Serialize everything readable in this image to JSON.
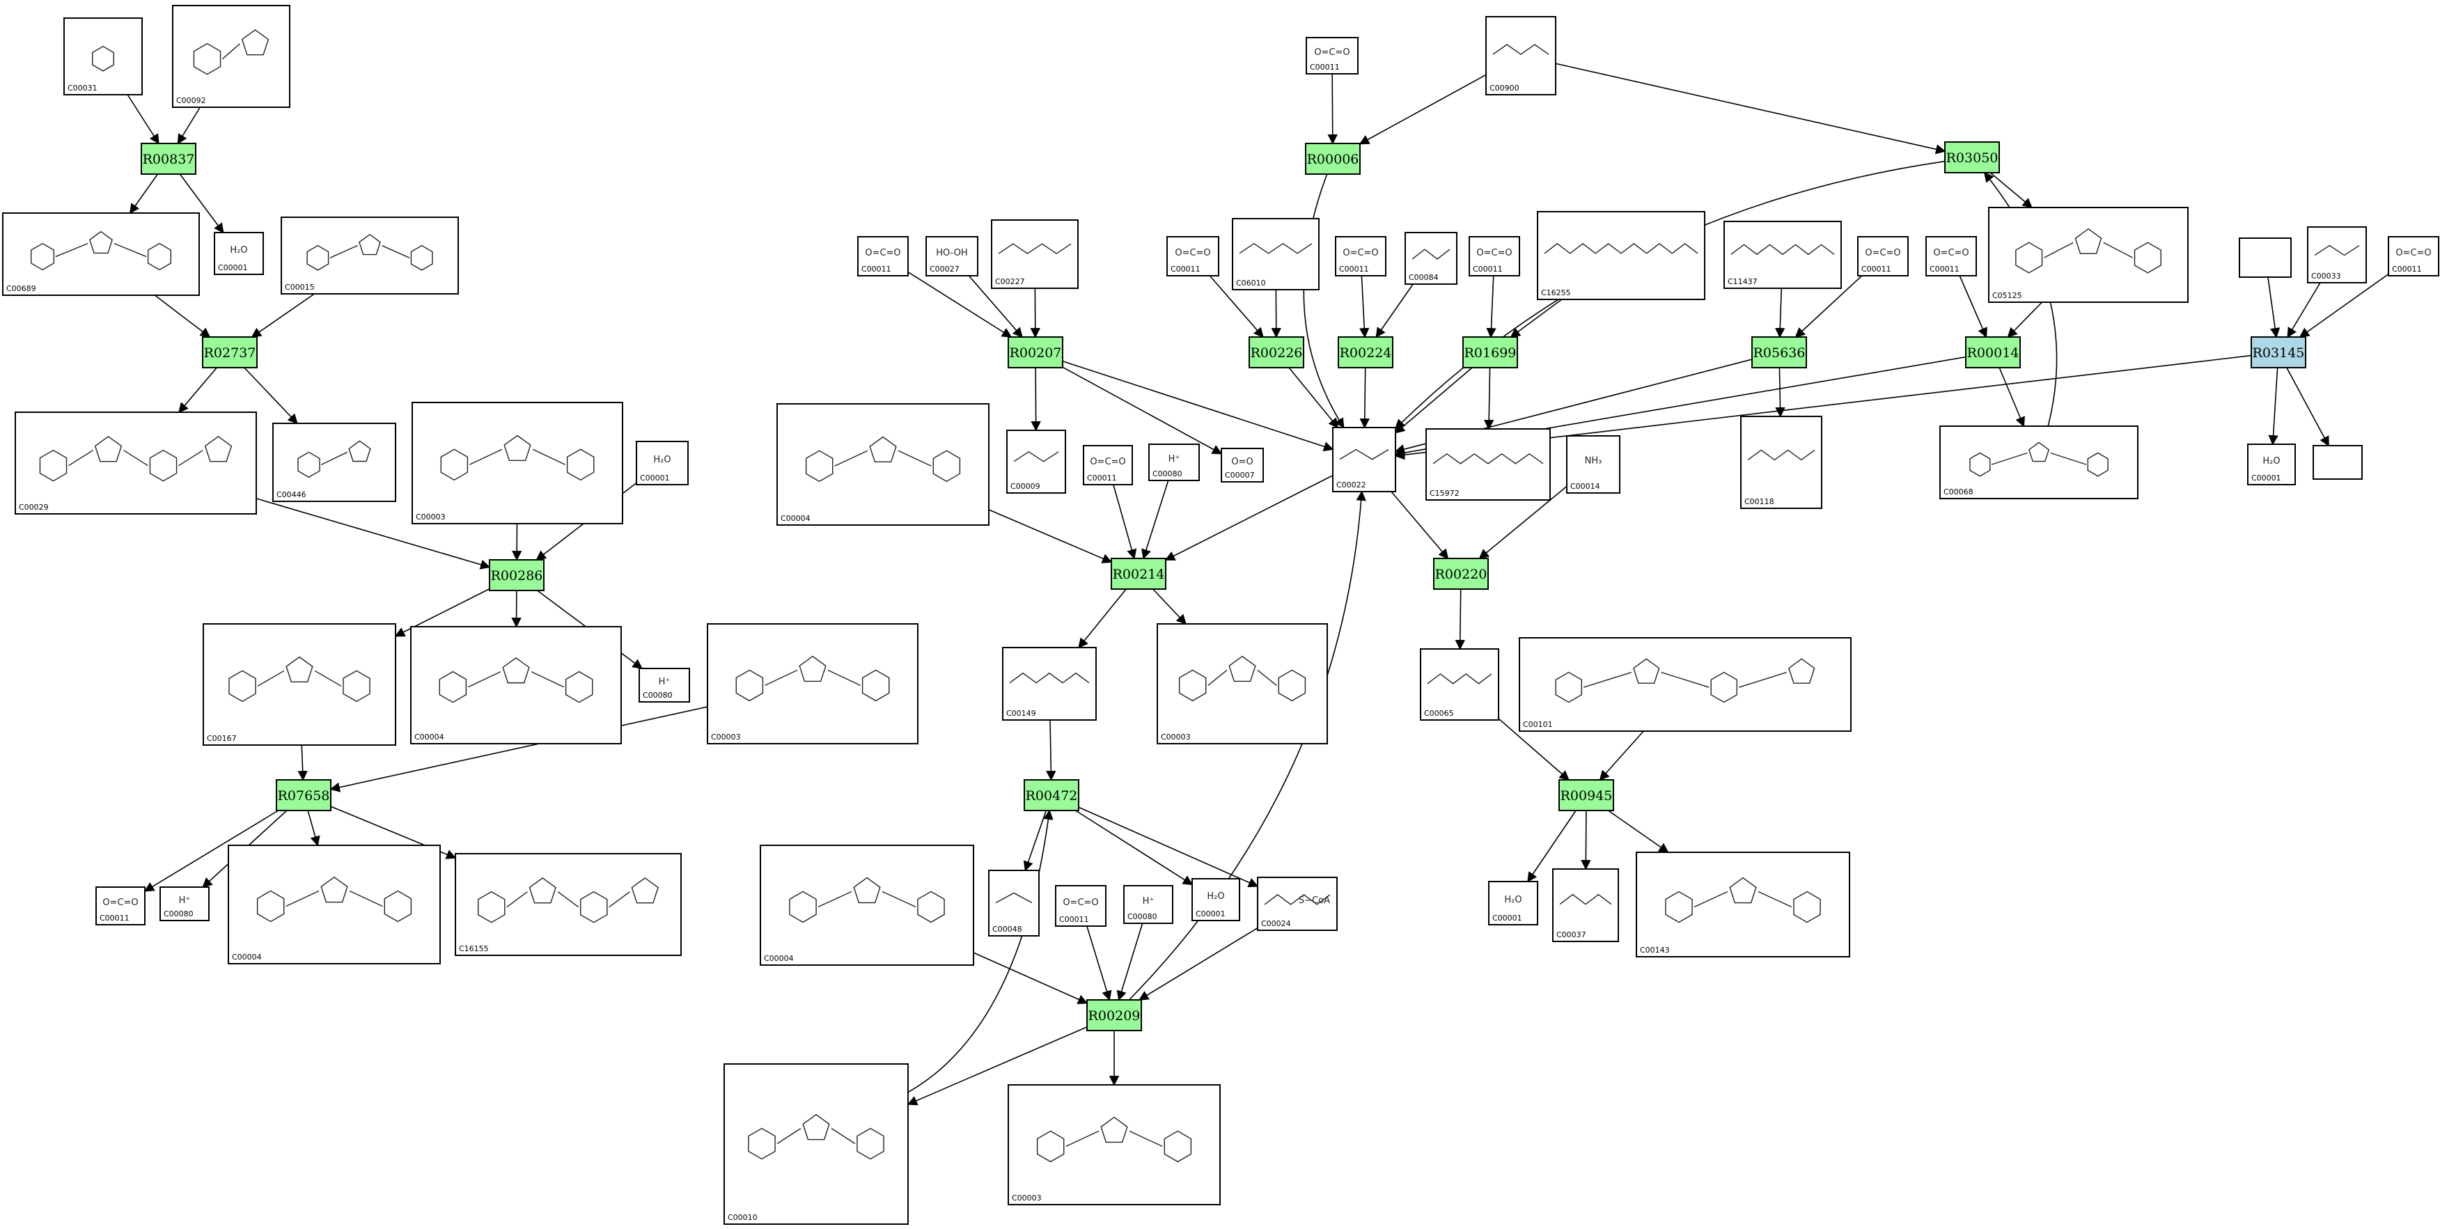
{
  "colors": {
    "reaction": "#98fb98",
    "reaction_highlight": "#add8e6",
    "edge": "#000000",
    "border": "#000000"
  },
  "reactions": [
    {
      "id": "R00837",
      "label": "R00837"
    },
    {
      "id": "R02737",
      "label": "R02737"
    },
    {
      "id": "R00286",
      "label": "R00286"
    },
    {
      "id": "R07658",
      "label": "R07658"
    },
    {
      "id": "R00006",
      "label": "R00006"
    },
    {
      "id": "R03050",
      "label": "R03050"
    },
    {
      "id": "R00207",
      "label": "R00207"
    },
    {
      "id": "R00226",
      "label": "R00226"
    },
    {
      "id": "R00224",
      "label": "R00224"
    },
    {
      "id": "R01699",
      "label": "R01699"
    },
    {
      "id": "R05636",
      "label": "R05636"
    },
    {
      "id": "R00014",
      "label": "R00014"
    },
    {
      "id": "R03145",
      "label": "R03145",
      "highlight": true
    },
    {
      "id": "R00214",
      "label": "R00214"
    },
    {
      "id": "R00220",
      "label": "R00220"
    },
    {
      "id": "R00472",
      "label": "R00472"
    },
    {
      "id": "R00945",
      "label": "R00945"
    },
    {
      "id": "R00209",
      "label": "R00209"
    }
  ],
  "compounds": [
    {
      "key": "c00031_a",
      "label": "C00031",
      "glyph": "ring"
    },
    {
      "key": "c00092",
      "label": "C00092",
      "glyph": "ring"
    },
    {
      "key": "c00689",
      "label": "C00689",
      "glyph": "ring"
    },
    {
      "key": "c00001_a",
      "label": "C00001",
      "glyph": "small",
      "text": "H₂O"
    },
    {
      "key": "c00015",
      "label": "C00015",
      "glyph": "ring"
    },
    {
      "key": "c00029",
      "label": "C00029",
      "glyph": "ring"
    },
    {
      "key": "c00446",
      "label": "C00446",
      "glyph": "ring"
    },
    {
      "key": "c00003_a",
      "label": "C00003",
      "glyph": "ring"
    },
    {
      "key": "c00001_b",
      "label": "C00001",
      "glyph": "small",
      "text": "H₂O"
    },
    {
      "key": "c00167",
      "label": "C00167",
      "glyph": "ring"
    },
    {
      "key": "c00004_a",
      "label": "C00004",
      "glyph": "ring"
    },
    {
      "key": "c00080_a",
      "label": "C00080",
      "glyph": "small",
      "text": "H⁺"
    },
    {
      "key": "c00003_b",
      "label": "C00003",
      "glyph": "ring"
    },
    {
      "key": "c00011_a",
      "label": "C00011",
      "glyph": "small",
      "text": "O=C=O"
    },
    {
      "key": "c00080_b",
      "label": "C00080",
      "glyph": "small",
      "text": "H⁺"
    },
    {
      "key": "c00004_b",
      "label": "C00004",
      "glyph": "ring"
    },
    {
      "key": "c16155",
      "label": "C16155",
      "glyph": "ring"
    },
    {
      "key": "c00011_b",
      "label": "C00011",
      "glyph": "small",
      "text": "O=C=O"
    },
    {
      "key": "c00900",
      "label": "C00900",
      "glyph": "chain"
    },
    {
      "key": "c00011_c",
      "label": "C00011",
      "glyph": "small",
      "text": "O=C=O"
    },
    {
      "key": "c00027",
      "label": "C00027",
      "glyph": "small",
      "text": "HO-OH"
    },
    {
      "key": "c00227",
      "label": "C00227",
      "glyph": "chain"
    },
    {
      "key": "c00011_d",
      "label": "C00011",
      "glyph": "small",
      "text": "O=C=O"
    },
    {
      "key": "c06010",
      "label": "C06010",
      "glyph": "chain"
    },
    {
      "key": "c00011_e",
      "label": "C00011",
      "glyph": "small",
      "text": "O=C=O"
    },
    {
      "key": "c00084",
      "label": "C00084",
      "glyph": "chain"
    },
    {
      "key": "c00011_f",
      "label": "C00011",
      "glyph": "small",
      "text": "O=C=O"
    },
    {
      "key": "c16255",
      "label": "C16255",
      "glyph": "chain"
    },
    {
      "key": "c11437",
      "label": "C11437",
      "glyph": "chain"
    },
    {
      "key": "c00011_g",
      "label": "C00011",
      "glyph": "small",
      "text": "O=C=O"
    },
    {
      "key": "c00011_h",
      "label": "C00011",
      "glyph": "small",
      "text": "O=C=O"
    },
    {
      "key": "c05125",
      "label": "C05125",
      "glyph": "ring"
    },
    {
      "key": "blank_a",
      "label": "",
      "glyph": "none"
    },
    {
      "key": "c00033",
      "label": "C00033",
      "glyph": "chain"
    },
    {
      "key": "c00011_i",
      "label": "C00011",
      "glyph": "small",
      "text": "O=C=O"
    },
    {
      "key": "c00009",
      "label": "C00009",
      "glyph": "chain"
    },
    {
      "key": "c00007",
      "label": "C00007",
      "glyph": "small",
      "text": "O=O"
    },
    {
      "key": "c00022",
      "label": "C00022",
      "glyph": "chain"
    },
    {
      "key": "c15972",
      "label": "C15972",
      "glyph": "chain"
    },
    {
      "key": "c00014",
      "label": "C00014",
      "glyph": "small",
      "text": "NH₃"
    },
    {
      "key": "c00118",
      "label": "C00118",
      "glyph": "chain"
    },
    {
      "key": "c00068",
      "label": "C00068",
      "glyph": "ring"
    },
    {
      "key": "c00001_c",
      "label": "C00001",
      "glyph": "small",
      "text": "H₂O"
    },
    {
      "key": "blank_b",
      "label": "",
      "glyph": "none"
    },
    {
      "key": "c00004_c",
      "label": "C00004",
      "glyph": "ring"
    },
    {
      "key": "c00011_j",
      "label": "C00011",
      "glyph": "small",
      "text": "O=C=O"
    },
    {
      "key": "c00080_c",
      "label": "C00080",
      "glyph": "small",
      "text": "H⁺"
    },
    {
      "key": "c00149",
      "label": "C00149",
      "glyph": "chain"
    },
    {
      "key": "c00003_c",
      "label": "C00003",
      "glyph": "ring"
    },
    {
      "key": "c00065",
      "label": "C00065",
      "glyph": "chain"
    },
    {
      "key": "c00101",
      "label": "C00101",
      "glyph": "ring"
    },
    {
      "key": "c00004_d",
      "label": "C00004",
      "glyph": "ring"
    },
    {
      "key": "c00048",
      "label": "C00048",
      "glyph": "chain"
    },
    {
      "key": "c00011_k",
      "label": "C00011",
      "glyph": "small",
      "text": "O=C=O"
    },
    {
      "key": "c00080_d",
      "label": "C00080",
      "glyph": "small",
      "text": "H⁺"
    },
    {
      "key": "c00001_d",
      "label": "C00001",
      "glyph": "small",
      "text": "H₂O"
    },
    {
      "key": "c00024",
      "label": "C00024",
      "glyph": "chain",
      "text": "S−CoA"
    },
    {
      "key": "c00001_e",
      "label": "C00001",
      "glyph": "small",
      "text": "H₂O"
    },
    {
      "key": "c00037",
      "label": "C00037",
      "glyph": "chain"
    },
    {
      "key": "c00143",
      "label": "C00143",
      "glyph": "ring"
    },
    {
      "key": "c00010",
      "label": "C00010",
      "glyph": "ring"
    },
    {
      "key": "c00003_d",
      "label": "C00003",
      "glyph": "ring"
    }
  ],
  "edges": [
    {
      "from": "c00031_a",
      "to": "R00837"
    },
    {
      "from": "c00092",
      "to": "R00837"
    },
    {
      "from": "R00837",
      "to": "c00689"
    },
    {
      "from": "R00837",
      "to": "c00001_a"
    },
    {
      "from": "c00689",
      "to": "R02737"
    },
    {
      "from": "c00015",
      "to": "R02737"
    },
    {
      "from": "R02737",
      "to": "c00029"
    },
    {
      "from": "R02737",
      "to": "c00446"
    },
    {
      "from": "c00029",
      "to": "R00286"
    },
    {
      "from": "c00003_a",
      "to": "R00286"
    },
    {
      "from": "c00001_b",
      "to": "R00286"
    },
    {
      "from": "R00286",
      "to": "c00167"
    },
    {
      "from": "R00286",
      "to": "c00004_a"
    },
    {
      "from": "R00286",
      "to": "c00080_a"
    },
    {
      "from": "c00167",
      "to": "R07658"
    },
    {
      "from": "c00003_b",
      "to": "R07658"
    },
    {
      "from": "R07658",
      "to": "c00011_a"
    },
    {
      "from": "R07658",
      "to": "c00080_b"
    },
    {
      "from": "R07658",
      "to": "c00004_b"
    },
    {
      "from": "R07658",
      "to": "c16155"
    },
    {
      "from": "c00011_b",
      "to": "R00006"
    },
    {
      "from": "c00900",
      "to": "R00006"
    },
    {
      "from": "c00900",
      "to": "R03050"
    },
    {
      "from": "R00006",
      "to": "c00022",
      "curve": true
    },
    {
      "from": "R03050",
      "to": "c00022",
      "curve": true
    },
    {
      "from": "R03050",
      "to": "c05125"
    },
    {
      "from": "c00011_c",
      "to": "R00207"
    },
    {
      "from": "c00027",
      "to": "R00207"
    },
    {
      "from": "c00227",
      "to": "R00207"
    },
    {
      "from": "R00207",
      "to": "c00009"
    },
    {
      "from": "R00207",
      "to": "c00007"
    },
    {
      "from": "R00207",
      "to": "c00022"
    },
    {
      "from": "c00011_d",
      "to": "R00226"
    },
    {
      "from": "c06010",
      "to": "R00226"
    },
    {
      "from": "R00226",
      "to": "c00022"
    },
    {
      "from": "c00011_e",
      "to": "R00224"
    },
    {
      "from": "c00084",
      "to": "R00224"
    },
    {
      "from": "R00224",
      "to": "c00022"
    },
    {
      "from": "c00011_f",
      "to": "R01699"
    },
    {
      "from": "c16255",
      "to": "R01699"
    },
    {
      "from": "R01699",
      "to": "c15972"
    },
    {
      "from": "R01699",
      "to": "c00022"
    },
    {
      "from": "c11437",
      "to": "R05636"
    },
    {
      "from": "c00011_g",
      "to": "R05636"
    },
    {
      "from": "R05636",
      "to": "c00118"
    },
    {
      "from": "R05636",
      "to": "c00022"
    },
    {
      "from": "c00011_h",
      "to": "R00014"
    },
    {
      "from": "c05125",
      "to": "R00014"
    },
    {
      "from": "R00014",
      "to": "c00068"
    },
    {
      "from": "R00014",
      "to": "c00022"
    },
    {
      "from": "c00068",
      "to": "R03050",
      "curve": true
    },
    {
      "from": "blank_a",
      "to": "R03145"
    },
    {
      "from": "c00033",
      "to": "R03145"
    },
    {
      "from": "c00011_i",
      "to": "R03145"
    },
    {
      "from": "R03145",
      "to": "c00001_c"
    },
    {
      "from": "R03145",
      "to": "blank_b"
    },
    {
      "from": "R03145",
      "to": "c00022"
    },
    {
      "from": "c00004_c",
      "to": "R00214"
    },
    {
      "from": "c00011_j",
      "to": "R00214"
    },
    {
      "from": "c00080_c",
      "to": "R00214"
    },
    {
      "from": "c00022",
      "to": "R00214"
    },
    {
      "from": "R00214",
      "to": "c00149"
    },
    {
      "from": "R00214",
      "to": "c00003_c"
    },
    {
      "from": "c00022",
      "to": "R00220"
    },
    {
      "from": "c00014",
      "to": "R00220"
    },
    {
      "from": "R00220",
      "to": "c00065"
    },
    {
      "from": "c00065",
      "to": "R00945"
    },
    {
      "from": "c00101",
      "to": "R00945"
    },
    {
      "from": "R00945",
      "to": "c00001_e"
    },
    {
      "from": "R00945",
      "to": "c00037"
    },
    {
      "from": "R00945",
      "to": "c00143"
    },
    {
      "from": "c00149",
      "to": "R00472"
    },
    {
      "from": "R00472",
      "to": "c00048"
    },
    {
      "from": "R00472",
      "to": "c00001_d"
    },
    {
      "from": "R00472",
      "to": "c00024"
    },
    {
      "from": "c00004_d",
      "to": "R00209"
    },
    {
      "from": "c00011_k",
      "to": "R00209"
    },
    {
      "from": "c00080_d",
      "to": "R00209"
    },
    {
      "from": "c00024",
      "to": "R00209"
    },
    {
      "from": "R00209",
      "to": "c00010"
    },
    {
      "from": "R00209",
      "to": "c00003_d"
    },
    {
      "from": "R00209",
      "to": "c00022",
      "curve": true
    },
    {
      "from": "c00010",
      "to": "R00472",
      "curve": true
    }
  ]
}
